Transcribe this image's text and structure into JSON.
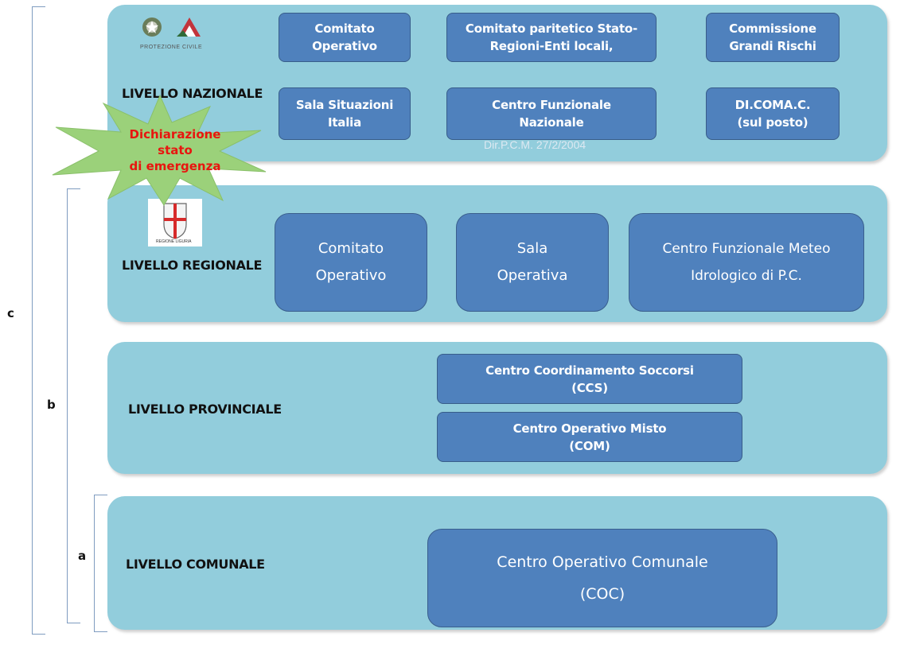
{
  "brackets": {
    "a": "a",
    "b": "b",
    "c": "c"
  },
  "levels": {
    "nazionale": {
      "title": "LIVELLO NAZIONALE",
      "logo_text": "PROTEZIONE CIVILE",
      "boxes": [
        "Comitato\nOperativo",
        "Comitato paritetico Stato-\nRegioni-Enti locali,",
        "Commissione\nGrandi Rischi",
        "Sala Situazioni\nItalia",
        "Centro Funzionale\nNazionale",
        "DI.COMA.C.\n(sul posto)"
      ],
      "note": "Dir.P.C.M. 27/2/2004"
    },
    "regionale": {
      "title": "LIVELLO REGIONALE",
      "logo_text": "REGIONE LIGURIA",
      "boxes": [
        "Comitato\nOperativo",
        "Sala\nOperativa",
        "Centro Funzionale Meteo\nIdrologico di  P.C."
      ]
    },
    "provinciale": {
      "title": "LIVELLO PROVINCIALE",
      "boxes": [
        "Centro Coordinamento Soccorsi\n(CCS)",
        "Centro Operativo Misto\n(COM)"
      ]
    },
    "comunale": {
      "title": "LIVELLO COMUNALE",
      "boxes": [
        "Centro Operativo Comunale\n(COC)"
      ]
    }
  },
  "burst": {
    "text": "Dichiarazione stato\ndi emergenza"
  },
  "colors": {
    "panel": "#92cddc",
    "box": "#4f81bd",
    "burst_fill": "#9bd17a",
    "burst_text": "#e8150f"
  }
}
